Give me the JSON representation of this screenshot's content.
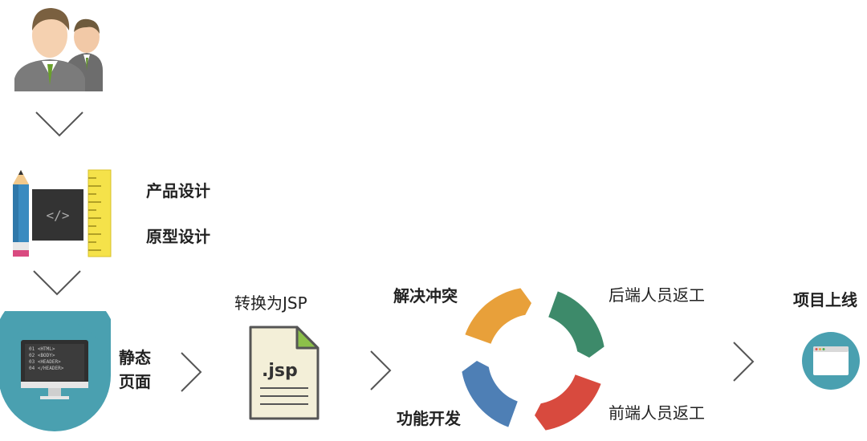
{
  "labels": {
    "product_design": "产品设计",
    "prototype_design": "原型设计",
    "static_page_1": "静态",
    "static_page_2": "页面",
    "convert_jsp": "转换为JSP",
    "jsp_file": ".jsp",
    "resolve_conflict": "解决冲突",
    "backend_rework": "后端人员返工",
    "feature_dev": "功能开发",
    "frontend_rework": "前端人员返工",
    "project_launch": "项目上线"
  },
  "code_lines": [
    "01 <HTML>",
    "02 <BODY>",
    "03 <HEADER>",
    "04 </HEADER>"
  ],
  "colors": {
    "orange": "#e8a03a",
    "green": "#3d8a6a",
    "blue": "#4e7fb5",
    "red": "#d84a3e",
    "teal": "#4aa0b0",
    "paper": "#f3efd8",
    "fold": "#8cc04a"
  }
}
